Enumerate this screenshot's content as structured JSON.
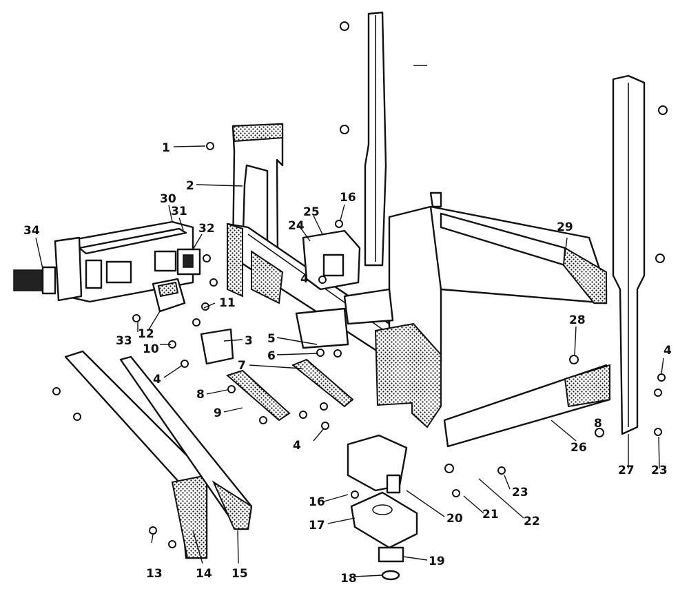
{
  "callouts": [
    {
      "id": "c1",
      "label": "1"
    },
    {
      "id": "c2",
      "label": "2"
    },
    {
      "id": "c3",
      "label": "3"
    },
    {
      "id": "c4a",
      "label": "4"
    },
    {
      "id": "c4b",
      "label": "4"
    },
    {
      "id": "c4c",
      "label": "4"
    },
    {
      "id": "c4d",
      "label": "4"
    },
    {
      "id": "c5",
      "label": "5"
    },
    {
      "id": "c6",
      "label": "6"
    },
    {
      "id": "c7",
      "label": "7"
    },
    {
      "id": "c8a",
      "label": "8"
    },
    {
      "id": "c8b",
      "label": "8"
    },
    {
      "id": "c9",
      "label": "9"
    },
    {
      "id": "c10",
      "label": "10"
    },
    {
      "id": "c11",
      "label": "11"
    },
    {
      "id": "c12",
      "label": "12"
    },
    {
      "id": "c13",
      "label": "13"
    },
    {
      "id": "c14",
      "label": "14"
    },
    {
      "id": "c15",
      "label": "15"
    },
    {
      "id": "c16a",
      "label": "16"
    },
    {
      "id": "c16b",
      "label": "16"
    },
    {
      "id": "c17",
      "label": "17"
    },
    {
      "id": "c18",
      "label": "18"
    },
    {
      "id": "c19",
      "label": "19"
    },
    {
      "id": "c20",
      "label": "20"
    },
    {
      "id": "c21",
      "label": "21"
    },
    {
      "id": "c22",
      "label": "22"
    },
    {
      "id": "c23a",
      "label": "23"
    },
    {
      "id": "c23b",
      "label": "23"
    },
    {
      "id": "c24",
      "label": "24"
    },
    {
      "id": "c25",
      "label": "25"
    },
    {
      "id": "c26",
      "label": "26"
    },
    {
      "id": "c27",
      "label": "27"
    },
    {
      "id": "c28",
      "label": "28"
    },
    {
      "id": "c29",
      "label": "29"
    },
    {
      "id": "c30",
      "label": "30"
    },
    {
      "id": "c31",
      "label": "31"
    },
    {
      "id": "c32",
      "label": "32"
    },
    {
      "id": "c33",
      "label": "33"
    },
    {
      "id": "c34",
      "label": "34"
    }
  ]
}
